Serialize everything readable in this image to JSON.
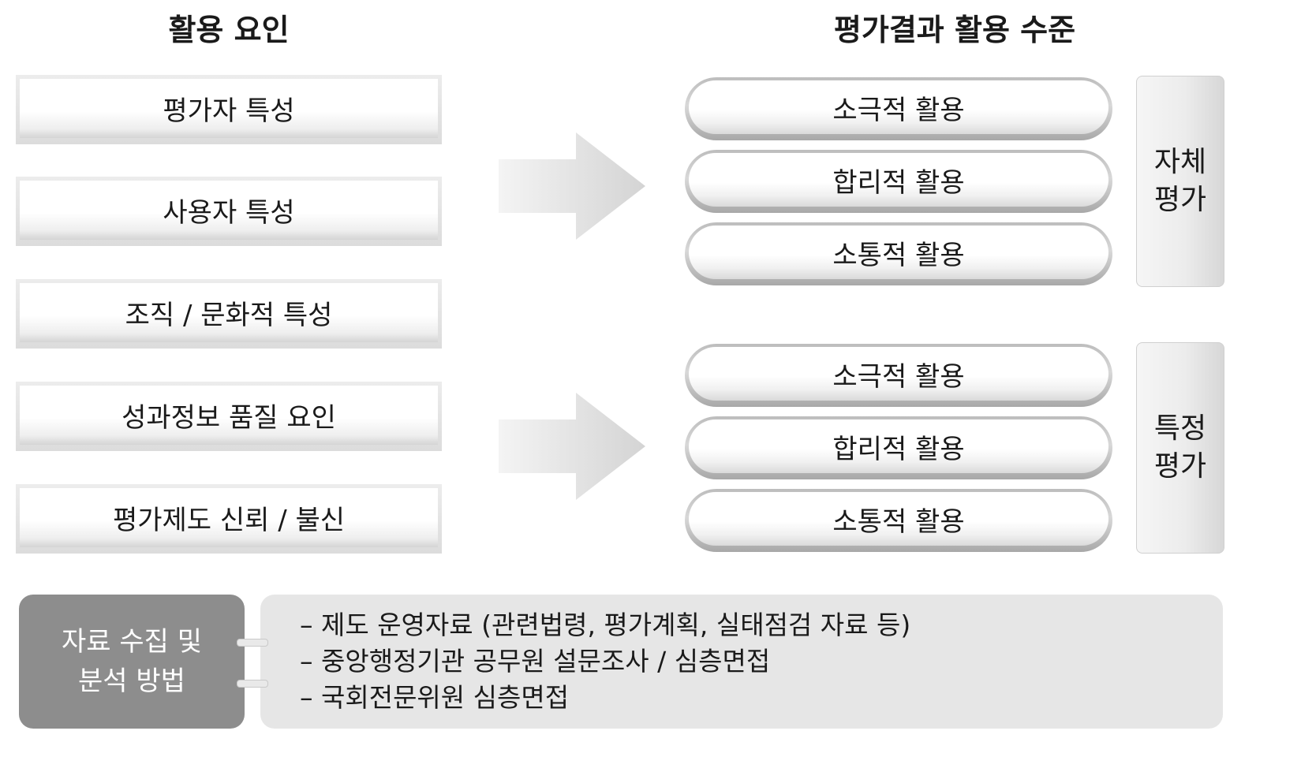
{
  "headings": {
    "left": "활용 요인",
    "right": "평가결과 활용 수준"
  },
  "factors": [
    "평가자 특성",
    "사용자 특성",
    "조직 / 문화적 특성",
    "성과정보 품질 요인",
    "평가제도 신뢰 / 불신"
  ],
  "groups": [
    {
      "label_line1": "자체",
      "label_line2": "평가",
      "levels": [
        "소극적 활용",
        "합리적 활용",
        "소통적 활용"
      ]
    },
    {
      "label_line1": "특정",
      "label_line2": "평가",
      "levels": [
        "소극적 활용",
        "합리적 활용",
        "소통적 활용"
      ]
    }
  ],
  "methods": {
    "label_line1": "자료 수집 및",
    "label_line2": "분석 방법",
    "items": [
      "– 제도 운영자료 (관련법령, 평가계획, 실태점검 자료 등)",
      "– 중앙행정기관 공무원 설문조사 / 심층면접",
      "– 국회전문위원 심층면접"
    ]
  }
}
